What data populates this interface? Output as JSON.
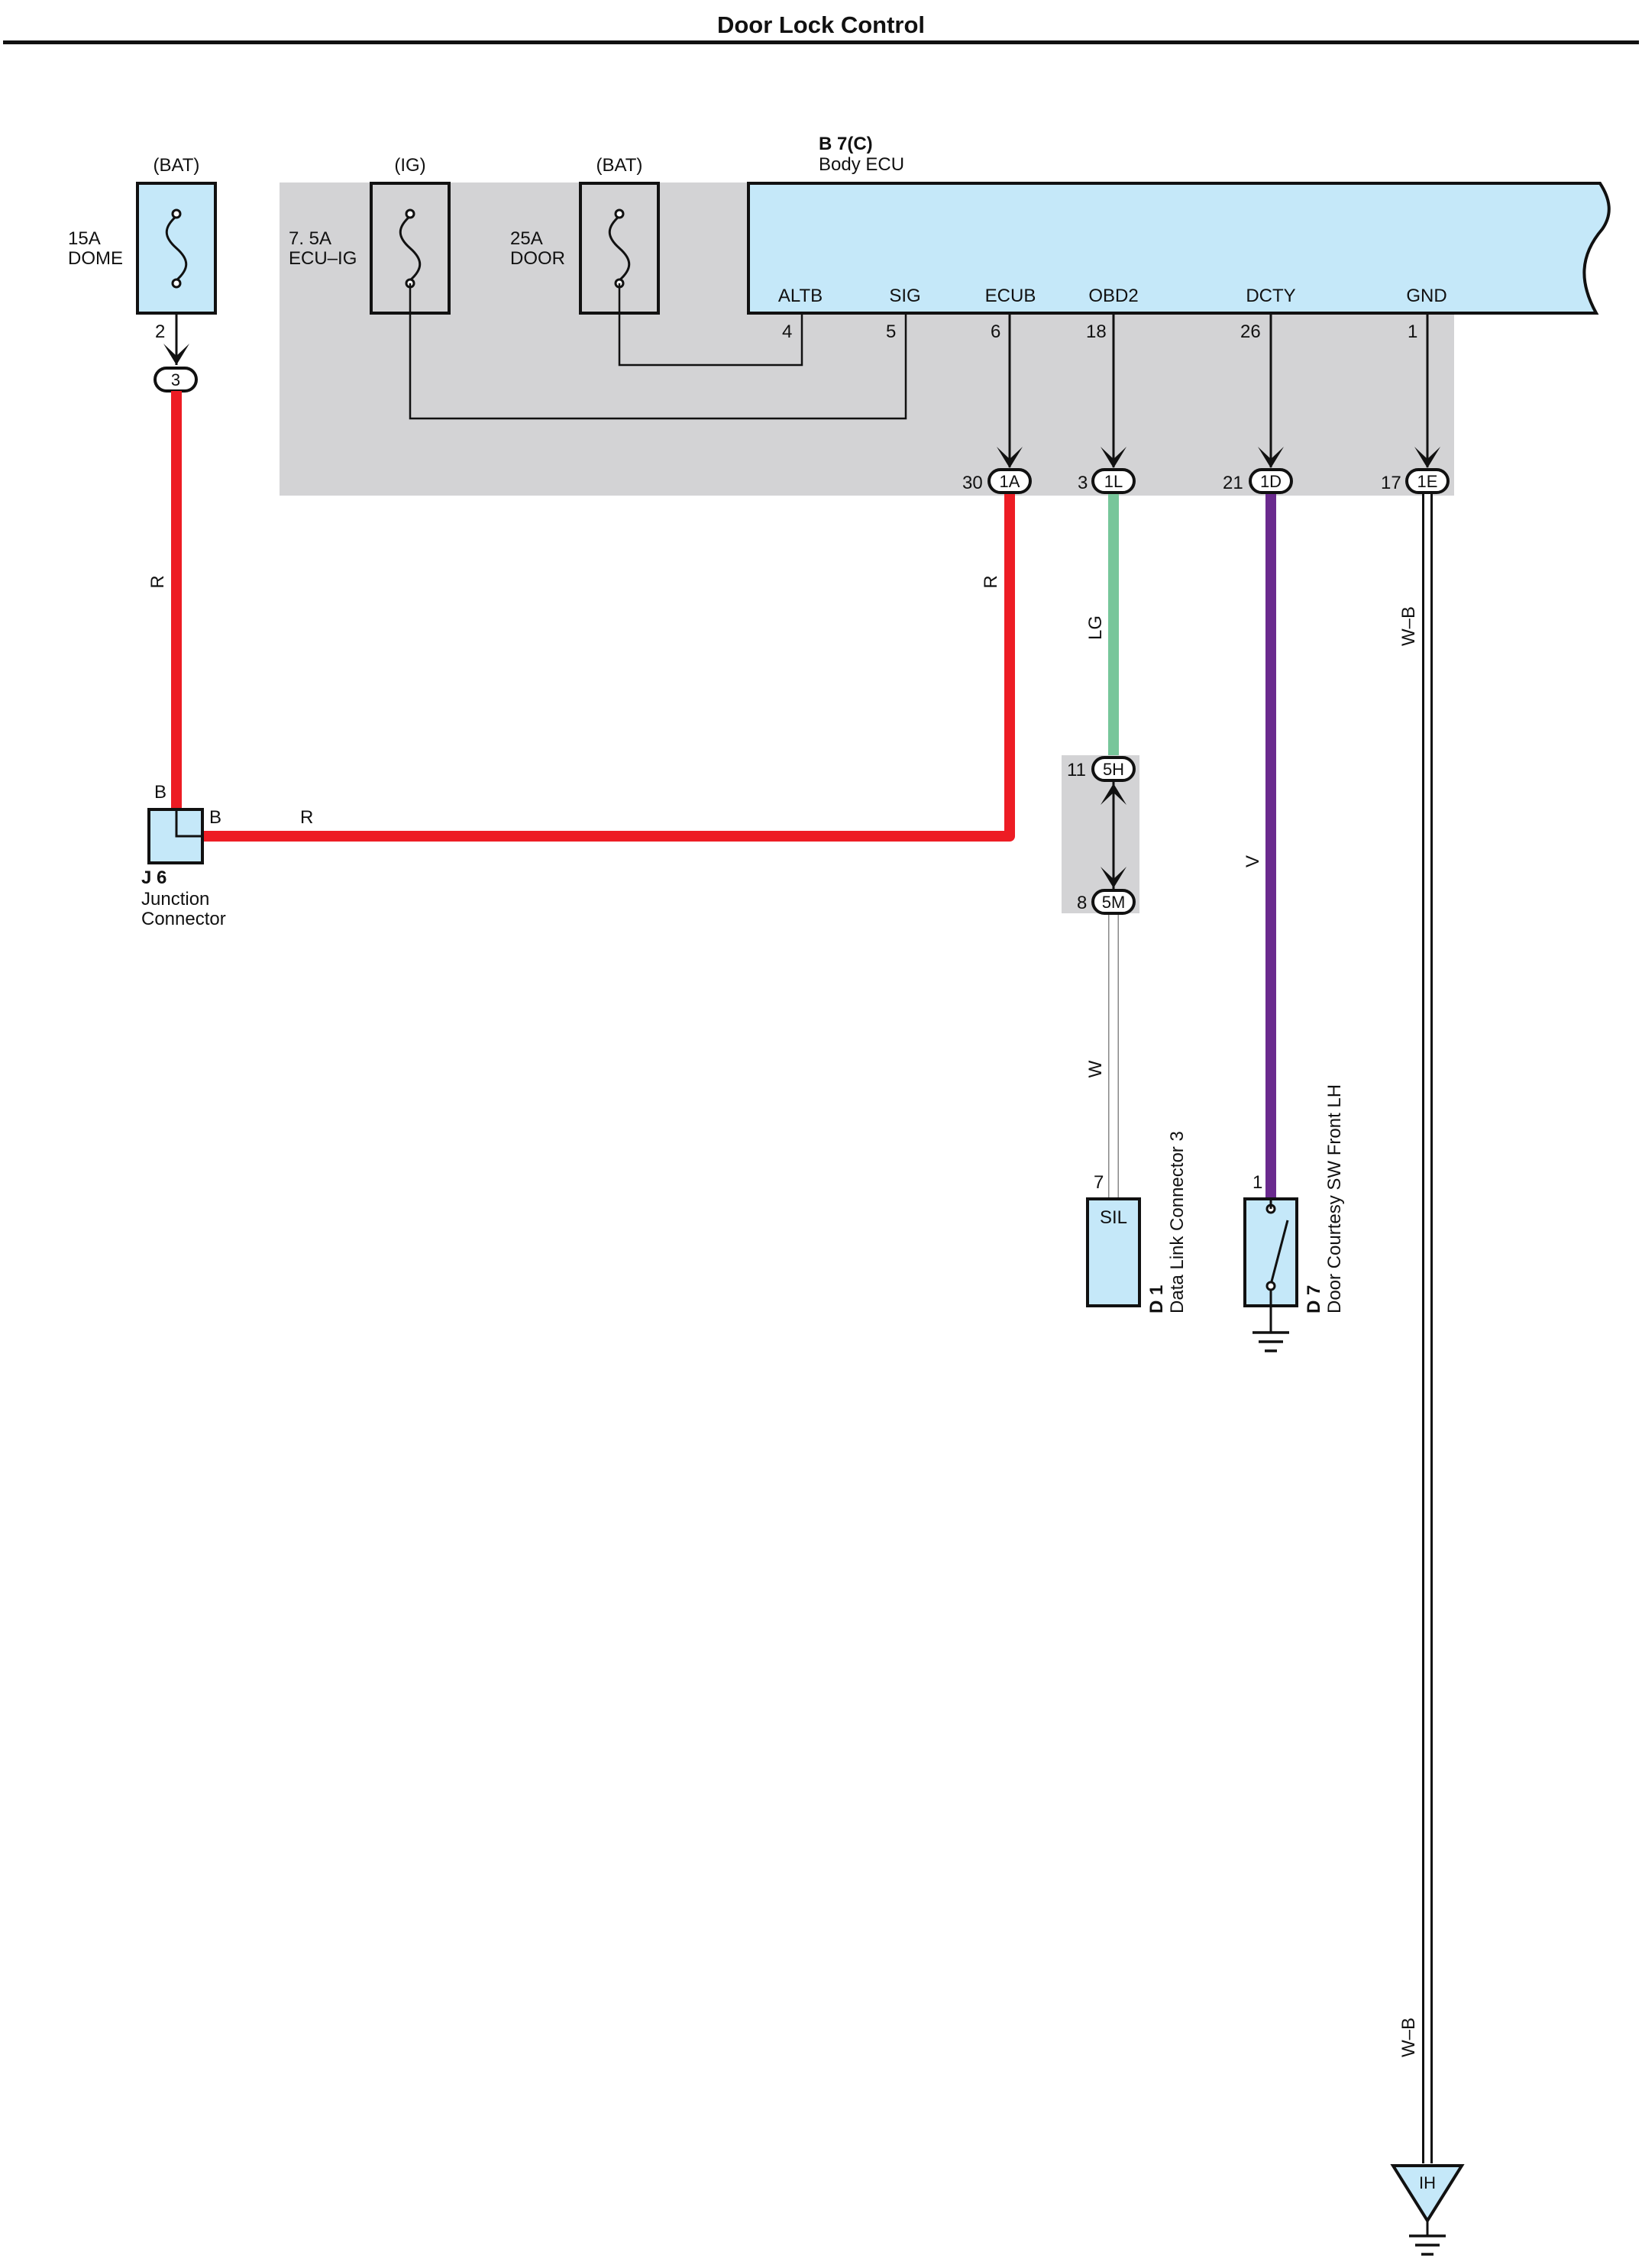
{
  "title": "Door Lock Control",
  "fuses": [
    {
      "supply": "(BAT)",
      "amp": "15A",
      "name": "DOME",
      "pin": "2"
    },
    {
      "supply": "(IG)",
      "amp": "7. 5A",
      "name": "ECU–IG"
    },
    {
      "supply": "(BAT)",
      "amp": "25A",
      "name": "DOOR"
    }
  ],
  "ecu": {
    "code": "B 7(C)",
    "name": "Body ECU",
    "terminals": [
      {
        "name": "ALTB",
        "pin": "4"
      },
      {
        "name": "SIG",
        "pin": "5"
      },
      {
        "name": "ECUB",
        "pin": "6"
      },
      {
        "name": "OBD2",
        "pin": "18"
      },
      {
        "name": "DCTY",
        "pin": "26"
      },
      {
        "name": "GND",
        "pin": "1"
      }
    ]
  },
  "connectors": {
    "fuse_conn": "3",
    "c1A": {
      "id": "1A",
      "pin": "30"
    },
    "c1L": {
      "id": "1L",
      "pin": "3"
    },
    "c1D": {
      "id": "1D",
      "pin": "21"
    },
    "c1E": {
      "id": "1E",
      "pin": "17"
    },
    "c5H": {
      "id": "5H",
      "pin": "11"
    },
    "c5M": {
      "id": "5M",
      "pin": "8"
    }
  },
  "wires": {
    "r_left": "R",
    "r_right": "R",
    "r_horizontal": "R",
    "lg": "LG",
    "v": "V",
    "w": "W",
    "wb_top": "W–B",
    "wb_bottom": "W–B"
  },
  "junction": {
    "code": "J 6",
    "line1": "Junction",
    "line2": "Connector",
    "pin_top": "B",
    "pin_right": "B"
  },
  "d1": {
    "code": "D 1",
    "name": "Data Link Connector 3",
    "pin": "7",
    "label": "SIL"
  },
  "d7": {
    "code": "D 7",
    "name": "Door Courtesy SW Front LH",
    "pin": "1"
  },
  "ground_point": "IH",
  "colors": {
    "red": "#ed1c24",
    "light_green": "#77c69a",
    "violet": "#6a2a8e",
    "component_fill": "#c5e8f9",
    "ecu_region": "#d3d3d5"
  }
}
